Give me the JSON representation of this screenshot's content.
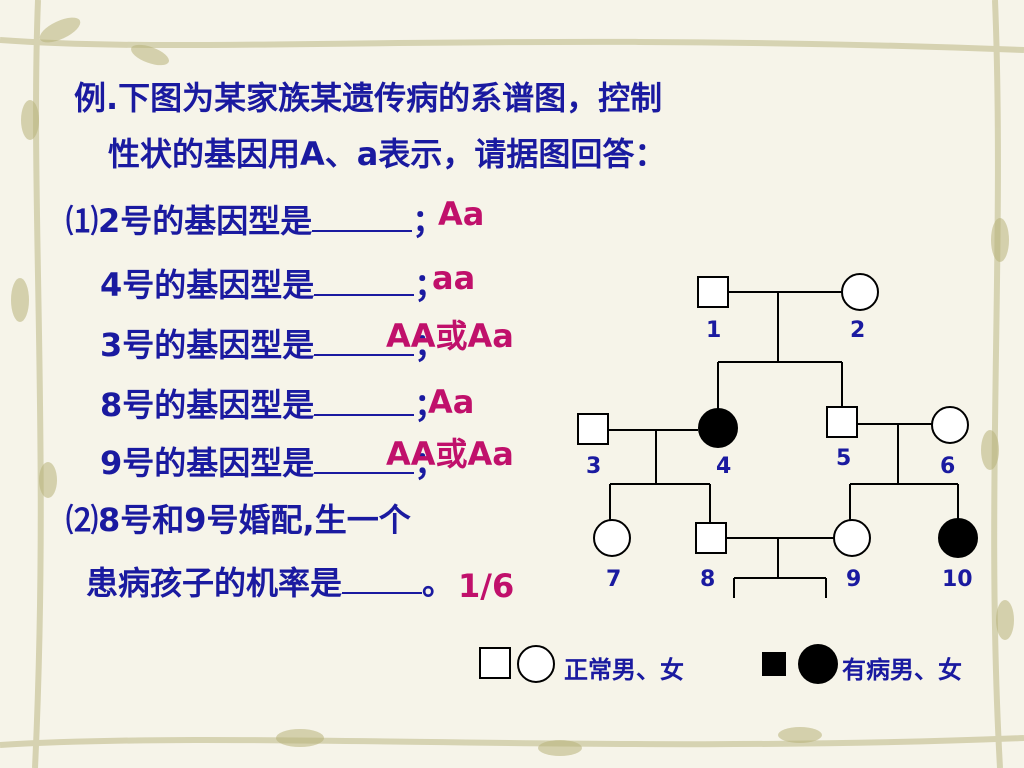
{
  "question": {
    "line1": "例.下图为某家族某遗传病的系谱图，控制",
    "line2": "性状的基因用A、a表示，请据图回答：",
    "q1_prefix": "⑴2号的基因型是",
    "q1_suffix": "；",
    "q1_answer": "Aa",
    "q2_prefix": "4号的基因型是",
    "q2_suffix": "；",
    "q2_answer": "aa",
    "q3_prefix": "3号的基因型是",
    "q3_suffix": "；",
    "q3_answer": "AA或Aa",
    "q4_prefix": "8号的基因型是",
    "q4_suffix": "；",
    "q4_answer": "Aa",
    "q5_prefix": "9号的基因型是",
    "q5_suffix": "；",
    "q5_answer": "AA或Aa",
    "part2_line1": "⑵8号和9号婚配,生一个",
    "part2_prefix": "患病孩子的机率是",
    "part2_suffix": "。",
    "part2_answer": "1/6"
  },
  "pedigree": {
    "members": [
      {
        "id": "1",
        "sex": "male",
        "affected": false
      },
      {
        "id": "2",
        "sex": "female",
        "affected": false
      },
      {
        "id": "3",
        "sex": "male",
        "affected": false
      },
      {
        "id": "4",
        "sex": "female",
        "affected": true
      },
      {
        "id": "5",
        "sex": "male",
        "affected": false
      },
      {
        "id": "6",
        "sex": "female",
        "affected": false
      },
      {
        "id": "7",
        "sex": "female",
        "affected": false
      },
      {
        "id": "8",
        "sex": "male",
        "affected": false
      },
      {
        "id": "9",
        "sex": "female",
        "affected": false
      },
      {
        "id": "10",
        "sex": "female",
        "affected": true
      }
    ]
  },
  "legend": {
    "normal_label": "正常男、女",
    "affected_label": "有病男、女"
  },
  "colors": {
    "text": "#1a1aa0",
    "answer": "#c0106b",
    "symbol": "#000000"
  }
}
